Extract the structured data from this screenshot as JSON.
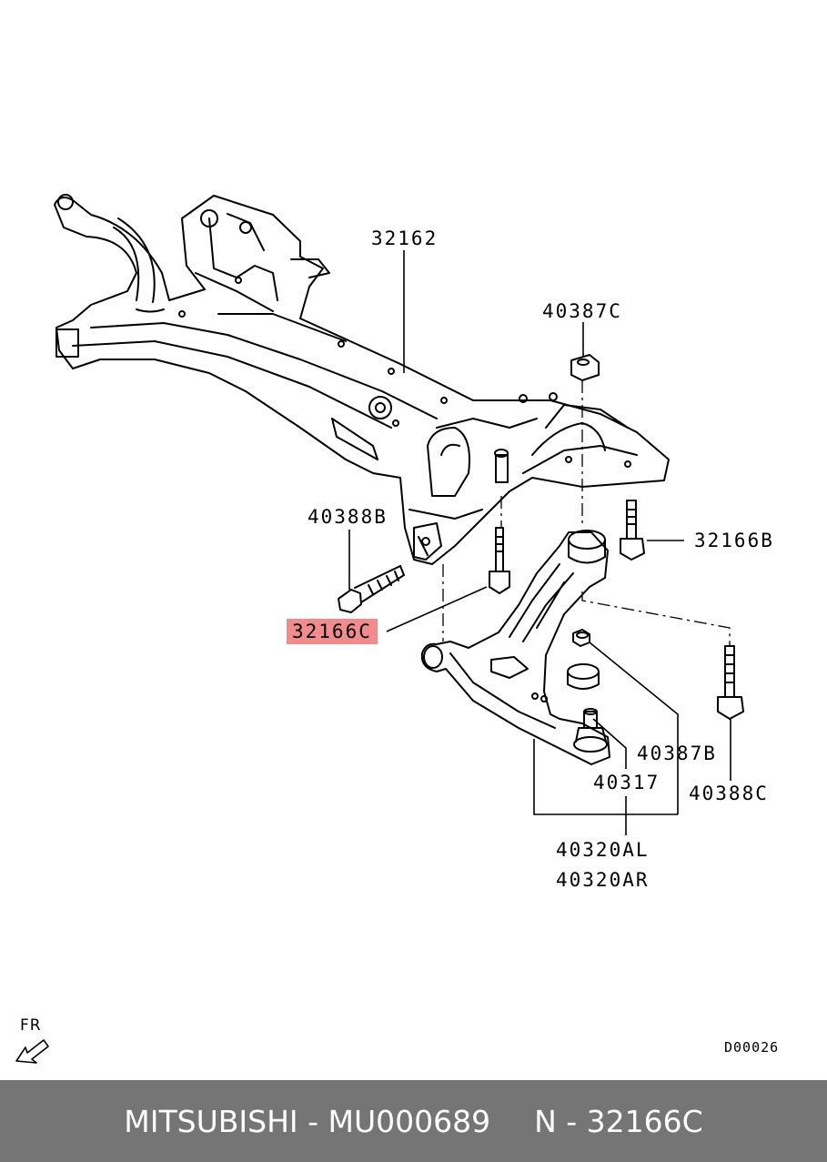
{
  "callouts": {
    "c32162": "32162",
    "c40387C": "40387C",
    "c40388B": "40388B",
    "c32166B": "32166B",
    "c32166C": "32166C",
    "c40387B": "40387B",
    "c40317": "40317",
    "c40388C": "40388C",
    "c40320AL": "40320AL",
    "c40320AR": "40320AR"
  },
  "direction_label": "FR",
  "diagram_code": "D00026",
  "footer": {
    "brand_part": "MITSUBISHI - MU000689",
    "ref": "N - 32166C"
  },
  "colors": {
    "highlight": "#f28b8b",
    "footer_bg": "#757575"
  }
}
